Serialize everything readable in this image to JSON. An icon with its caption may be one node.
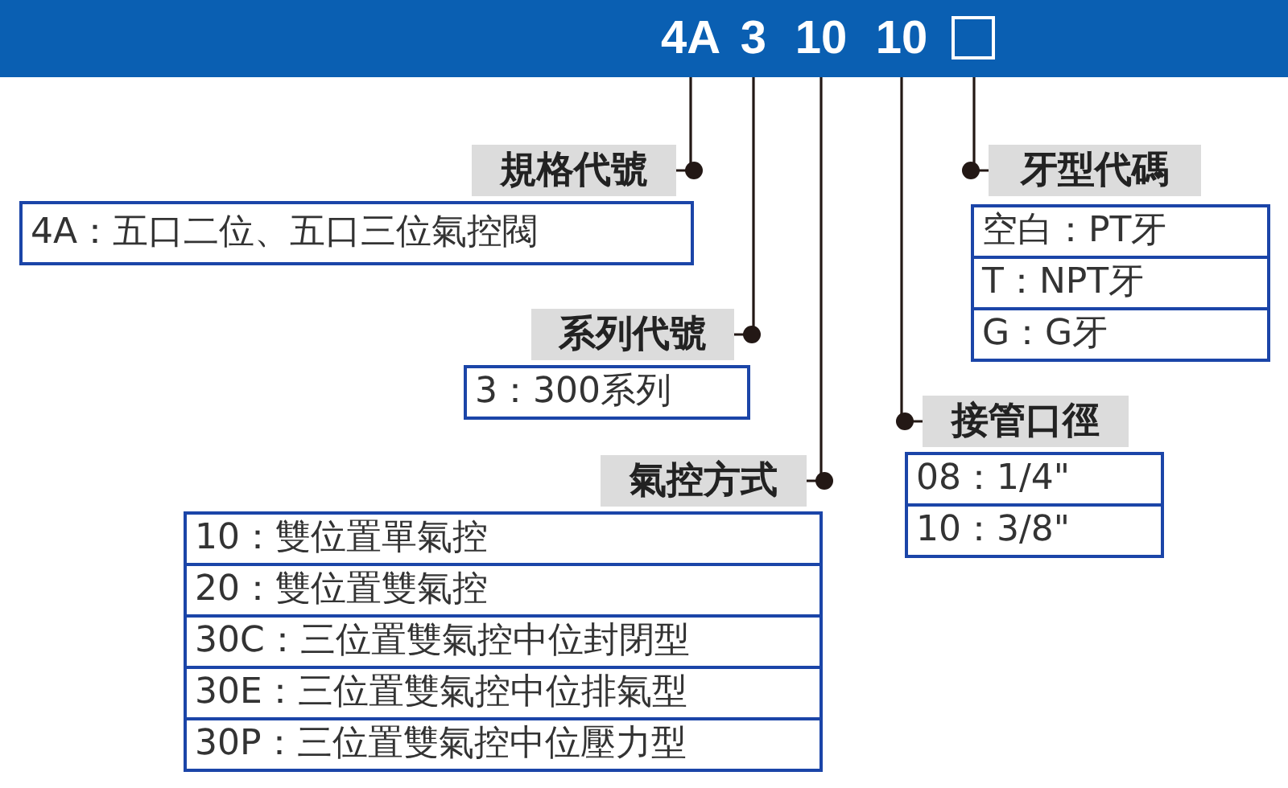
{
  "diagram": {
    "nodes": [
      {
        "text": [],
        "shape": "bar"
      },
      {
        "text": [
          "4A"
        ],
        "in": 0
      },
      {
        "text": [
          "3"
        ],
        "in": 0
      },
      {
        "text": [
          "10"
        ],
        "in": 0
      },
      {
        "text": [
          "10"
        ],
        "in": 0
      },
      {
        "text": [],
        "shape": "box",
        "in": 0
      },
      {
        "text": [
          "規格代號"
        ]
      },
      {
        "text": [
          "系列代號"
        ]
      },
      {
        "text": [
          "氣控方式"
        ]
      },
      {
        "text": [
          "接管口徑"
        ]
      },
      {
        "text": [
          "牙型代碼"
        ]
      },
      {
        "text": [
          "4A：五口二位、五口三位氣控閥"
        ]
      },
      {
        "text": [
          "3：300系列"
        ]
      },
      {
        "text": [
          "10：雙位置單氣控"
        ]
      },
      {
        "text": [
          "20：雙位置雙氣控"
        ]
      },
      {
        "text": [
          "30C：三位置雙氣控中位封閉型"
        ]
      },
      {
        "text": [
          "30E：三位置雙氣控中位排氣型"
        ]
      },
      {
        "text": [
          "30P：三位置雙氣控中位壓力型"
        ]
      },
      {
        "text": [
          "空白：PT牙"
        ]
      },
      {
        "text": [
          "T：NPT牙"
        ]
      },
      {
        "text": [
          "G：G牙"
        ]
      },
      {
        "text": [
          "08：1/4\""
        ]
      },
      {
        "text": [
          "10：3/8\""
        ]
      }
    ],
    "edges": [
      {
        "from": 1,
        "to": 6,
        "arrow": "other"
      },
      {
        "from": 2,
        "to": 7,
        "arrow": "other"
      },
      {
        "from": 3,
        "to": 8,
        "arrow": "other"
      },
      {
        "from": 4,
        "to": 9,
        "arrow": "other"
      },
      {
        "from": 5,
        "to": 10,
        "arrow": "other"
      }
    ]
  }
}
